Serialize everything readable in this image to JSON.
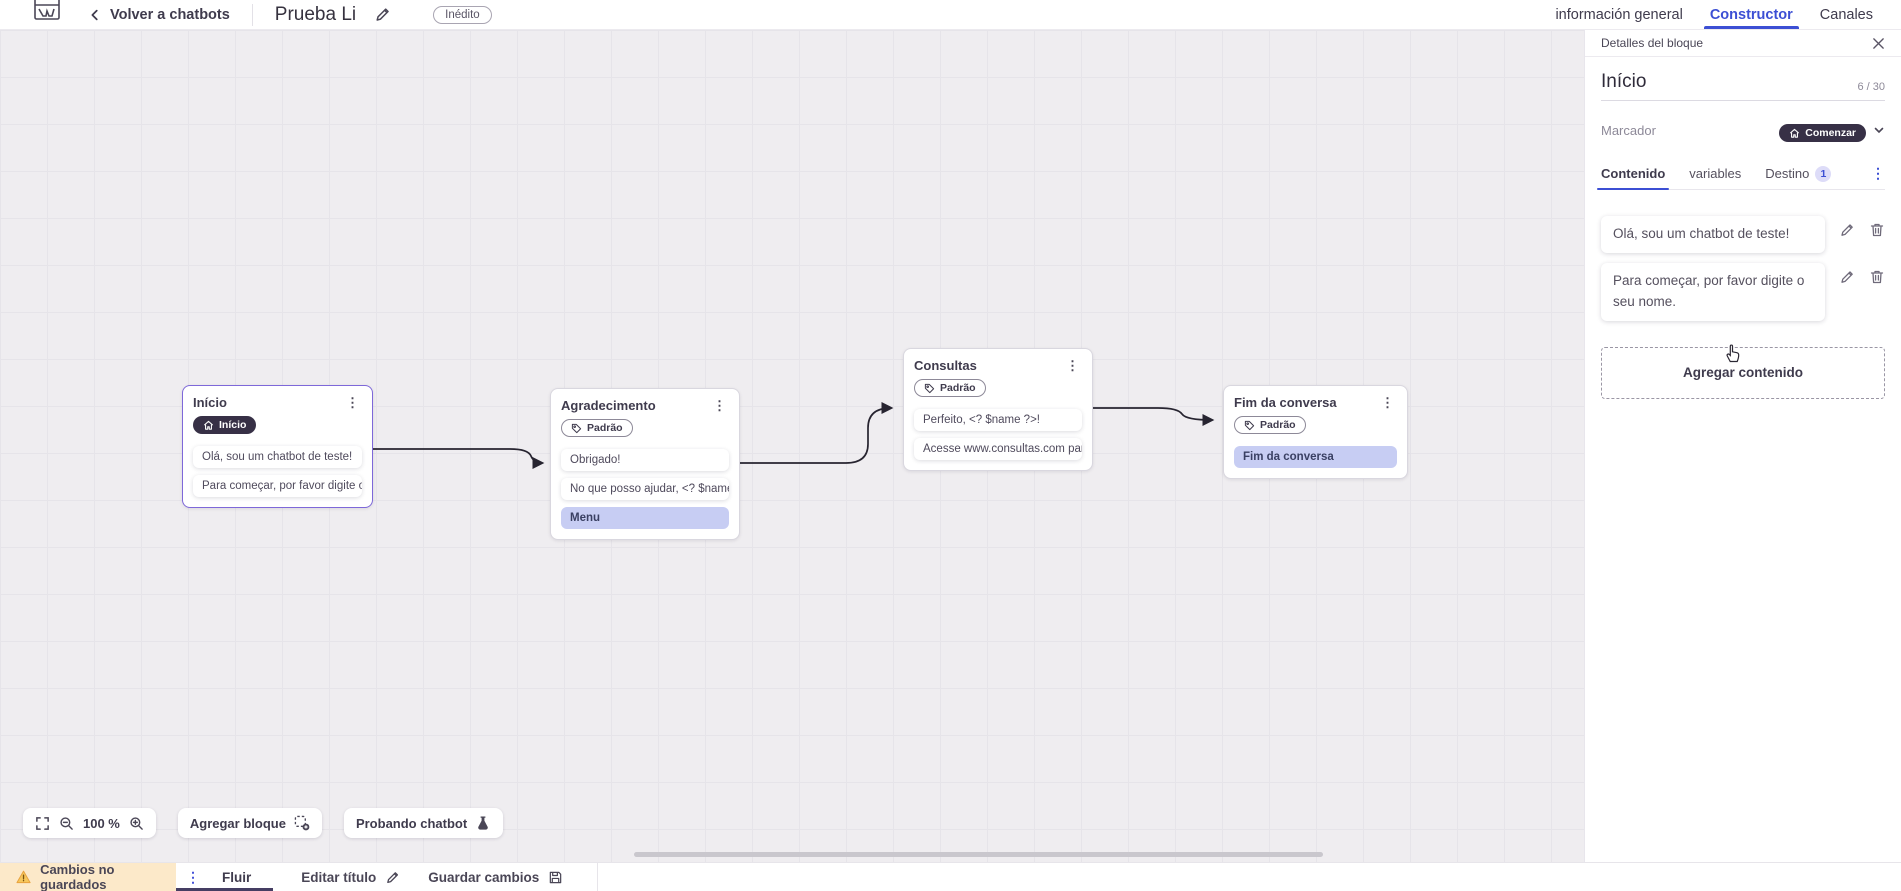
{
  "topbar": {
    "back_label": "Volver a chatbots",
    "title": "Prueba Li",
    "status_badge": "Inédito",
    "tabs": [
      {
        "label": "información general",
        "active": false
      },
      {
        "label": "Constructor",
        "active": true
      },
      {
        "label": "Canales",
        "active": false
      }
    ]
  },
  "panel": {
    "header": "Detalles del bloque",
    "block_name": "Início",
    "char_count": "6 / 30",
    "marker_label": "Marcador",
    "marker_value": "Comenzar",
    "tabs": [
      {
        "label": "Contenido",
        "active": true
      },
      {
        "label": "variables",
        "active": false
      },
      {
        "label": "Destino",
        "badge": "1",
        "active": false
      }
    ],
    "contents": [
      "Olá, sou um chatbot de teste!",
      "Para começar, por favor digite o seu nome."
    ],
    "add_content_label": "Agregar contenido"
  },
  "canvas": {
    "nodes": [
      {
        "title": "Início",
        "selected": true,
        "badge": {
          "label": "Início",
          "type": "start"
        },
        "items": [
          {
            "text": "Olá, sou um chatbot de teste!",
            "highlight": false
          },
          {
            "text": "Para começar, por favor digite o ...",
            "highlight": false
          }
        ]
      },
      {
        "title": "Agradecimento",
        "selected": false,
        "badge": {
          "label": "Padrão",
          "type": "tag"
        },
        "items": [
          {
            "text": "Obrigado!",
            "highlight": false
          },
          {
            "text": "No que posso ajudar, <? $name ...",
            "highlight": false
          },
          {
            "text": "Menu",
            "highlight": true
          }
        ]
      },
      {
        "title": "Consultas",
        "selected": false,
        "badge": {
          "label": "Padrão",
          "type": "tag"
        },
        "items": [
          {
            "text": "Perfeito, <? $name ?>!",
            "highlight": false
          },
          {
            "text": "Acesse www.consultas.com par...",
            "highlight": false
          }
        ]
      },
      {
        "title": "Fim da conversa",
        "selected": false,
        "badge": {
          "label": "Padrão",
          "type": "tag"
        },
        "items": [
          {
            "text": "Fim da conversa",
            "highlight": true
          }
        ]
      }
    ],
    "zoom_level": "100 %",
    "add_block_label": "Agregar bloque",
    "test_chatbot_label": "Probando chatbot"
  },
  "bottombar": {
    "warning": "Cambios no guardados",
    "flow_tab": "Fluir",
    "edit_title_label": "Editar título",
    "save_label": "Guardar cambios"
  },
  "colors": {
    "accent_blue": "#3c4fd4",
    "selected_purple": "#7e68d9",
    "dark_badge": "#373046",
    "item_highlight": "#c7cdf3",
    "warning_bg": "#fce9c9",
    "warning_icon": "#f0b429",
    "canvas_bg": "#efedf0"
  }
}
